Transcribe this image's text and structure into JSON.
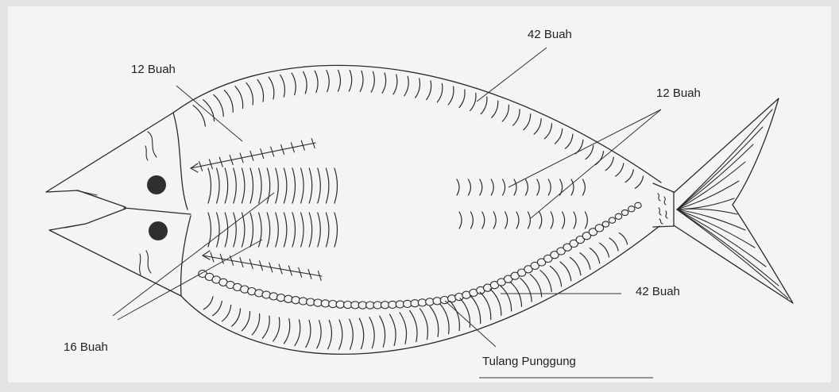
{
  "labels": {
    "dorsal_ribs": "42 Buah",
    "upper_pin_bones": "12 Buah",
    "caudal_ribs": "12 Buah",
    "middle_ribs": "16 Buah",
    "ventral_ribs": "42 Buah",
    "spine": "Tulang Punggung"
  }
}
